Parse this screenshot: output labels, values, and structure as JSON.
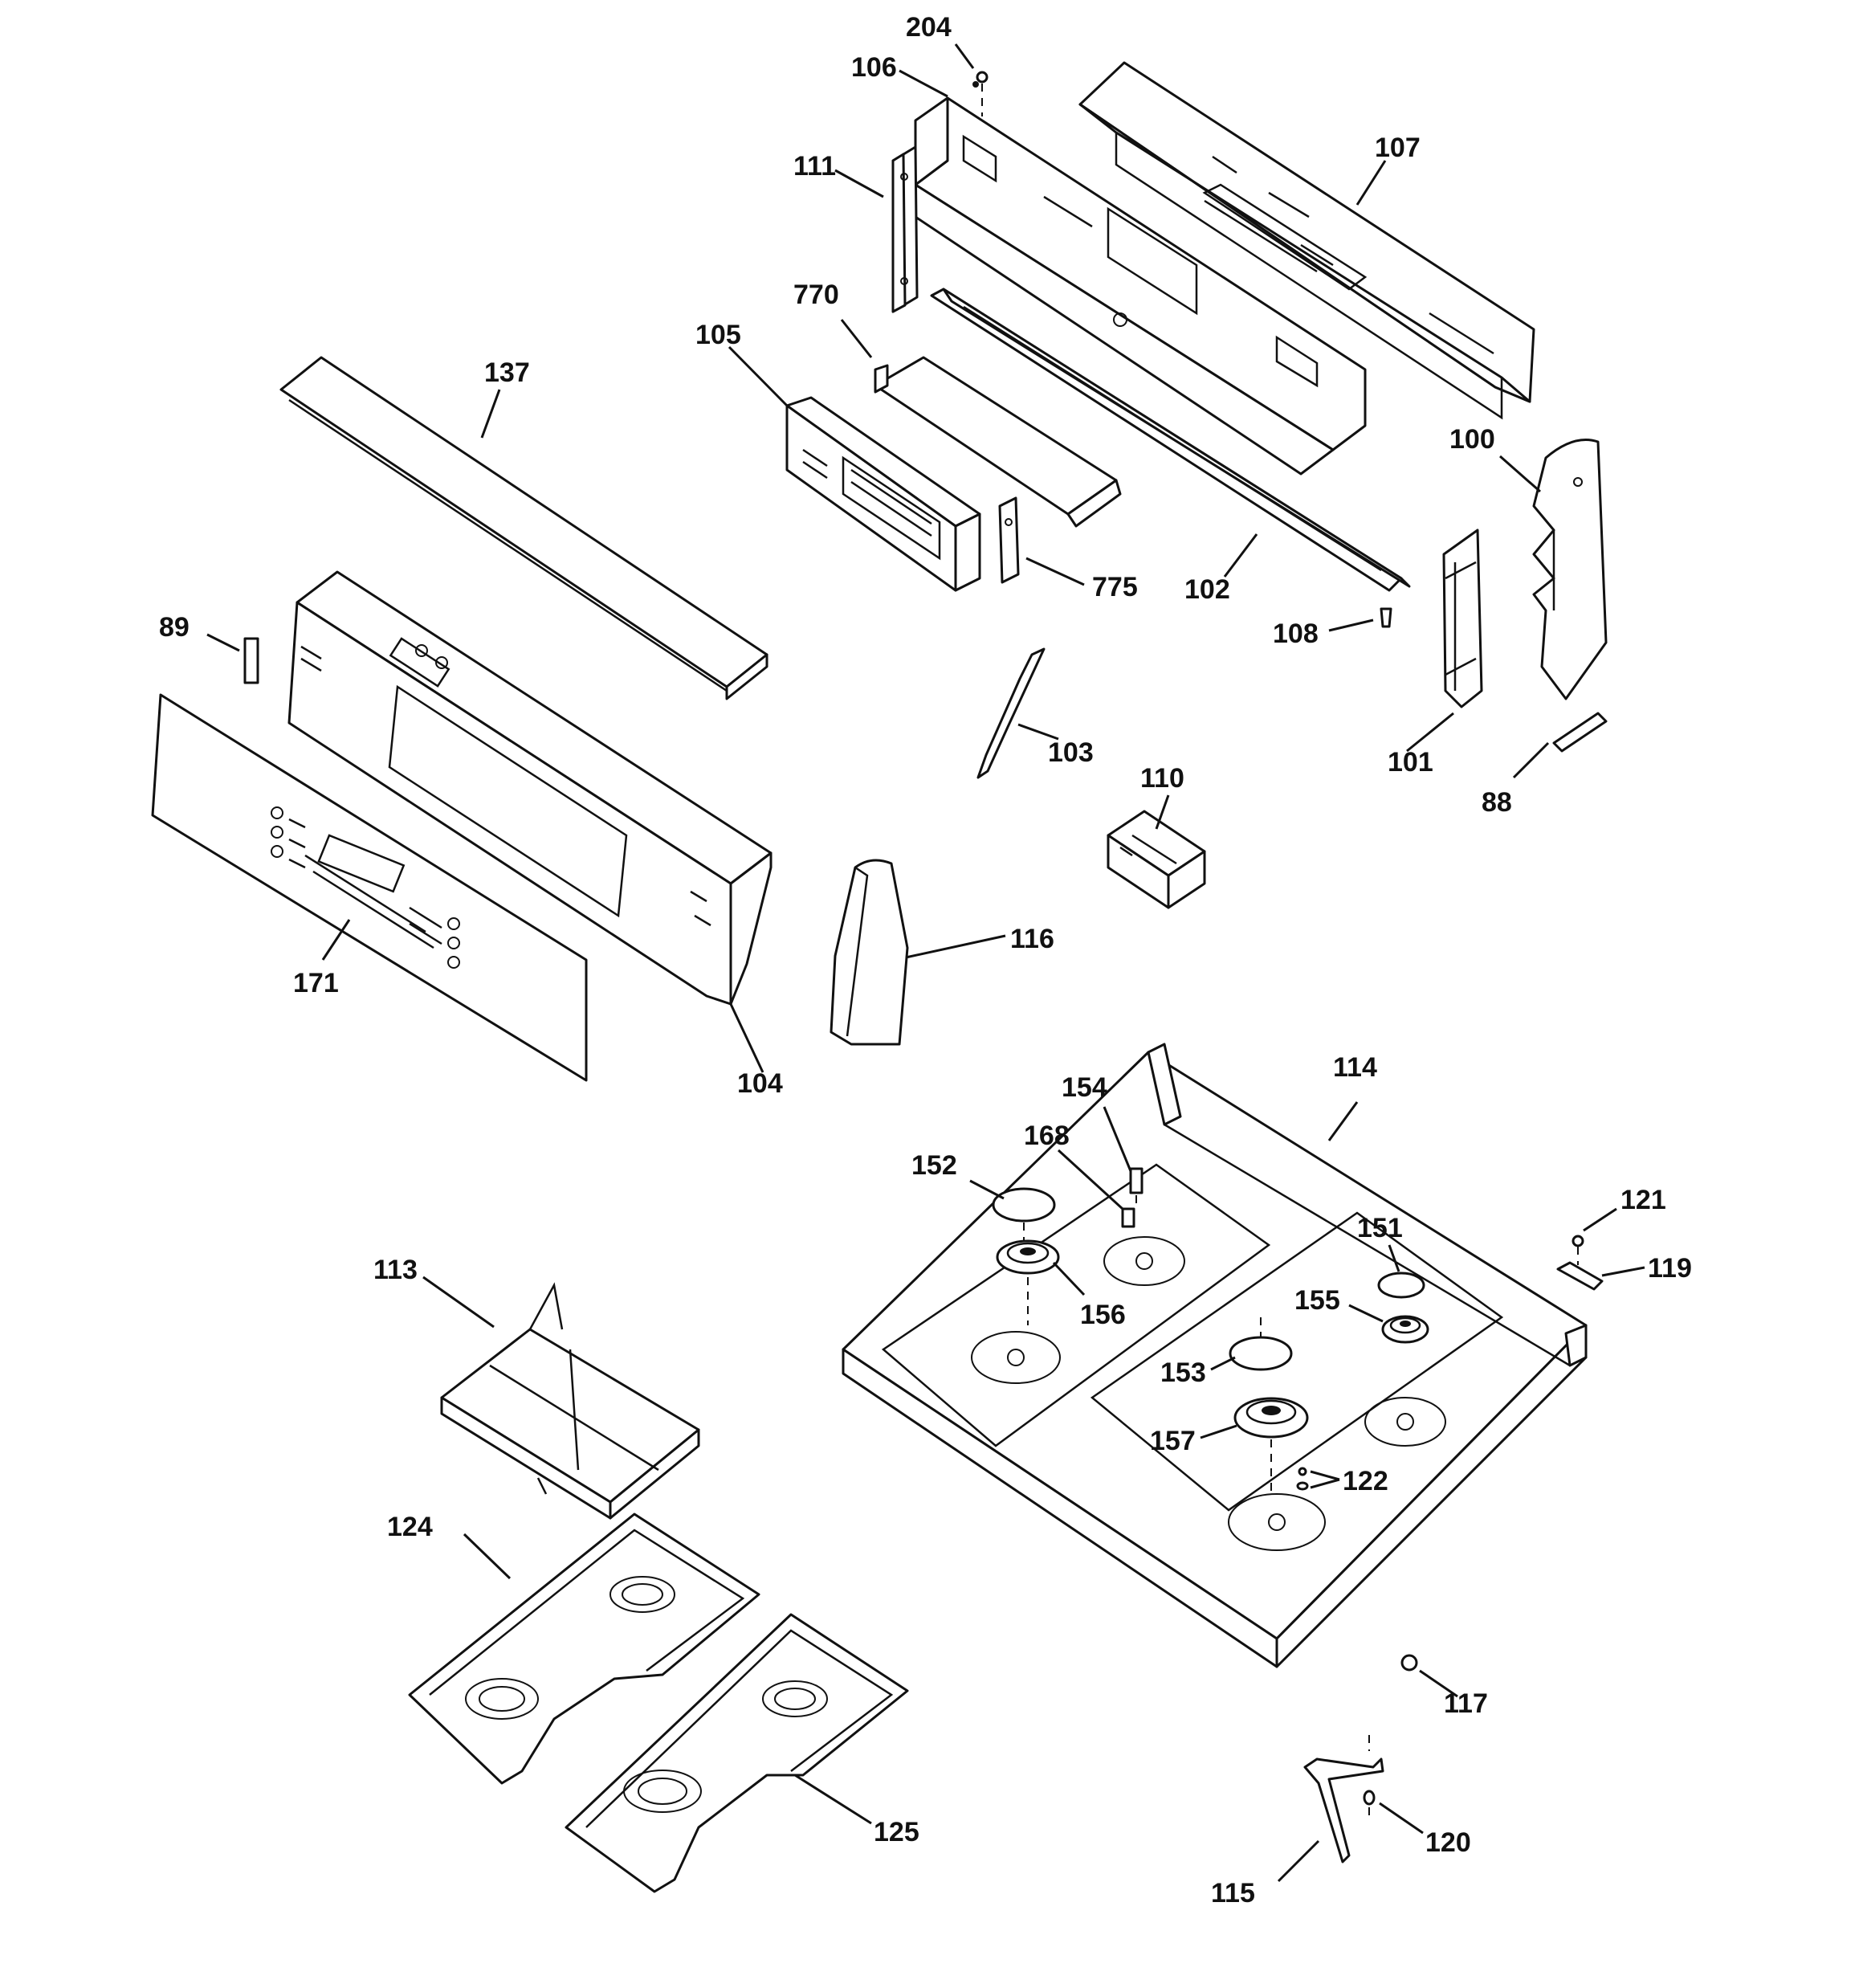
{
  "labels": {
    "p204": "204",
    "p106": "106",
    "p107": "107",
    "p111": "111",
    "p770": "770",
    "p105": "105",
    "p137": "137",
    "p100": "100",
    "p775": "775",
    "p102": "102",
    "p108": "108",
    "p89": "89",
    "p103": "103",
    "p101": "101",
    "p88": "88",
    "p110": "110",
    "p116": "116",
    "p171": "171",
    "p104": "104",
    "p114": "114",
    "p154": "154",
    "p168": "168",
    "p152": "152",
    "p121": "121",
    "p151": "151",
    "p119": "119",
    "p113": "113",
    "p155": "155",
    "p156": "156",
    "p153": "153",
    "p157": "157",
    "p122": "122",
    "p124": "124",
    "p117": "117",
    "p120": "120",
    "p125": "125",
    "p115": "115"
  }
}
